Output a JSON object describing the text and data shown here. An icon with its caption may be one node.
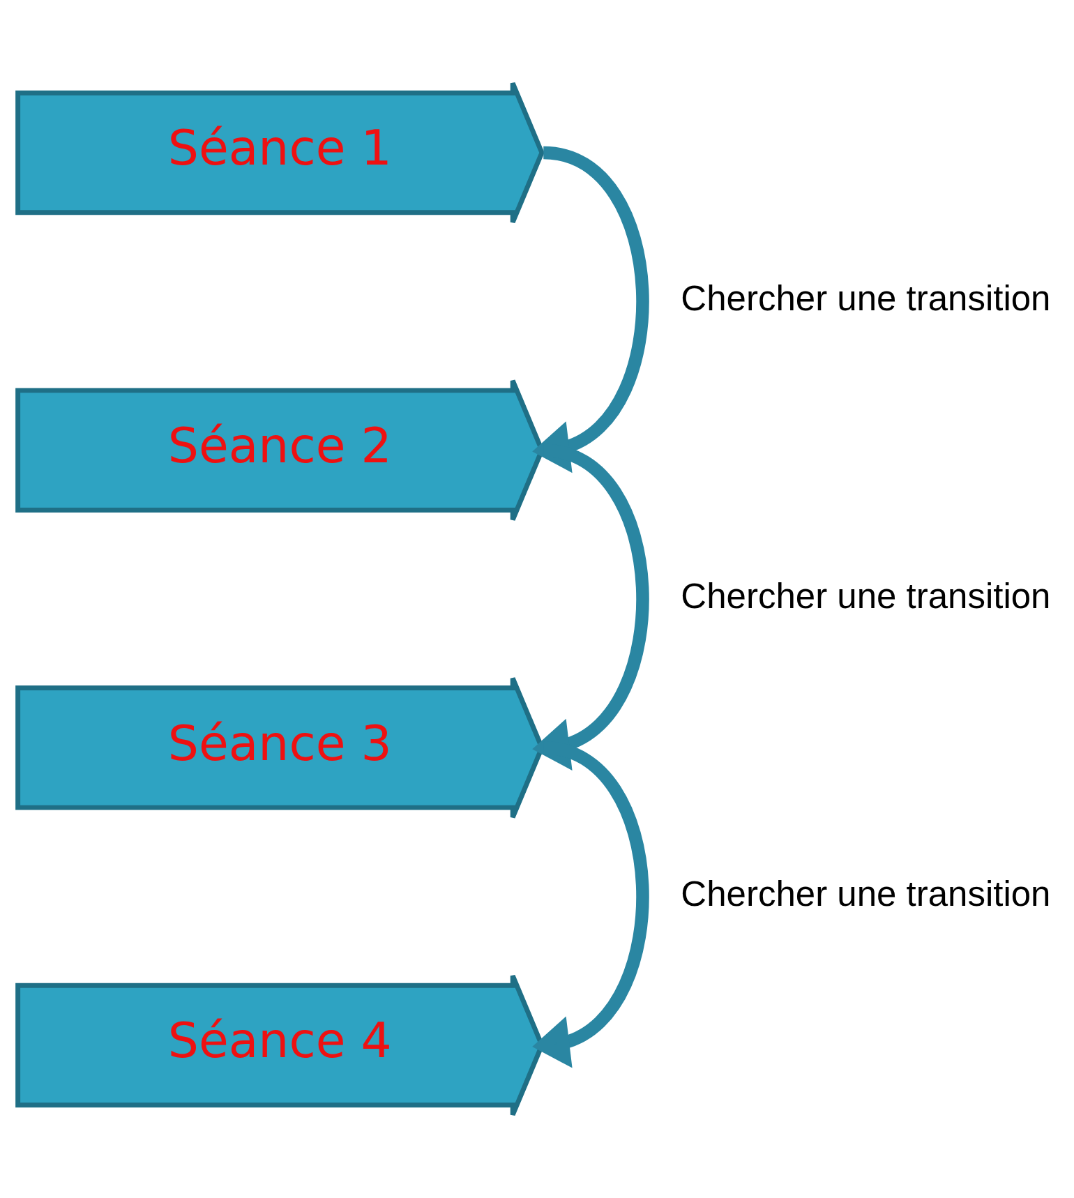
{
  "diagram": {
    "nodes": [
      {
        "text": [
          "Séance 1"
        ]
      },
      {
        "text": [
          "Séance 2"
        ]
      },
      {
        "text": [
          "Séance 3"
        ]
      },
      {
        "text": [
          "Séance 4"
        ]
      }
    ],
    "edges": [
      {
        "from": 0,
        "to": 1,
        "arrow": "to",
        "label": "Chercher une transition"
      },
      {
        "from": 1,
        "to": 2,
        "arrow": "to",
        "label": "Chercher une transition"
      },
      {
        "from": 2,
        "to": 3,
        "arrow": "to",
        "label": "Chercher une transition"
      }
    ]
  }
}
